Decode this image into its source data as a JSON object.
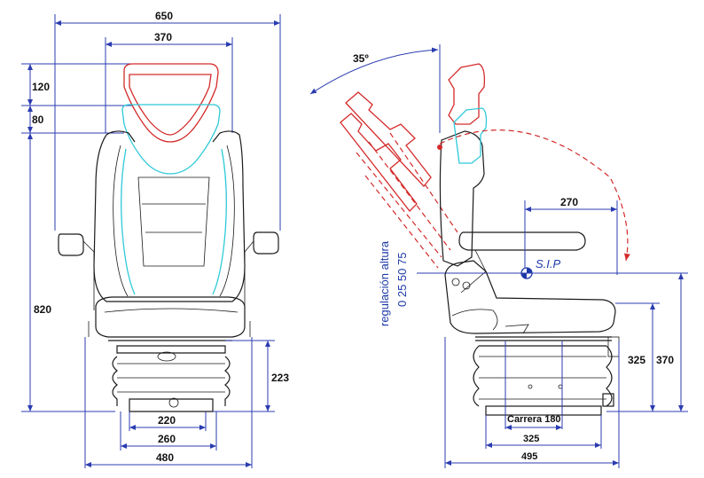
{
  "front_view": {
    "overall_width": "650",
    "backrest_width": "370",
    "headrest_adjust_upper": "120",
    "headrest_adjust_lower": "80",
    "total_height": "820",
    "suspension_height": "223",
    "base_width_inner": "220",
    "base_width_mid": "260",
    "seat_width": "480"
  },
  "side_view": {
    "recline_angle": "35º",
    "armrest_to_sip": "270",
    "sip_label": "S.I.P",
    "height_adjust_title": "regulación altura",
    "height_adjust_values": "0  25  50  75",
    "seat_height_min": "325",
    "seat_height_max": "370",
    "travel_label": "Carrera 180",
    "base_depth": "325",
    "seat_depth": "495"
  },
  "colors": {
    "outline": "#1a1a1a",
    "dimension_lines": "#2b3cb0",
    "headrest_high": "#d42a2a",
    "headrest_low": "#2ec9d8"
  }
}
